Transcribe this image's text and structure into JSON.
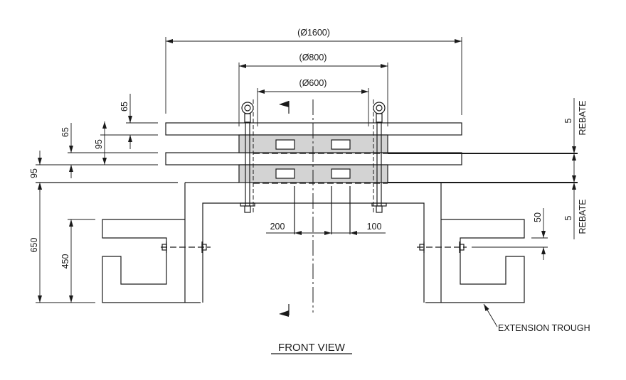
{
  "drawing": {
    "title": "FRONT VIEW",
    "callout": "EXTENSION TROUGH",
    "dimensions": {
      "dia_outer": "(Ø1600)",
      "dia_mid": "(Ø800)",
      "dia_inner": "(Ø600)",
      "slab_top_thickness": "65",
      "slab_second_thickness": "65",
      "gap_upper": "95",
      "gap_lower": "95",
      "total_height": "650",
      "trough_height": "450",
      "bolt_offset": "50",
      "offset_left": "200",
      "offset_right": "100",
      "rebate_top_value": "5",
      "rebate_top_label": "REBATE",
      "rebate_bottom_value": "5",
      "rebate_bottom_label": "REBATE"
    }
  }
}
